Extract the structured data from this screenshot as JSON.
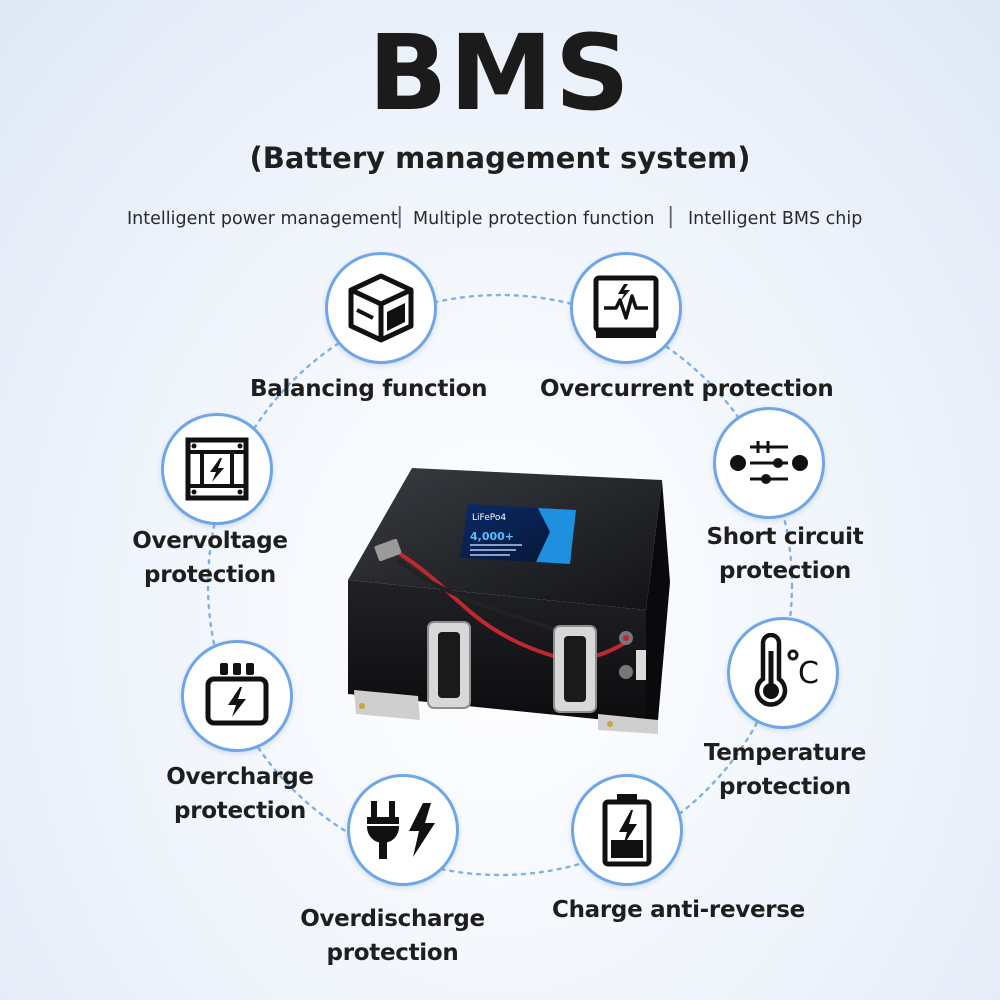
{
  "header": {
    "title": "BMS",
    "subtitle": "(Battery management system)"
  },
  "taglines": [
    "Intelligent power management",
    "Multiple protection function",
    "Intelligent BMS chip"
  ],
  "separator": "|",
  "features": [
    {
      "icon": "cube-icon",
      "lines": [
        "Balancing function"
      ]
    },
    {
      "icon": "monitor-pulse-icon",
      "lines": [
        "Overcurrent protection"
      ]
    },
    {
      "icon": "sliders-icon",
      "lines": [
        "Short circuit",
        "protection"
      ]
    },
    {
      "icon": "thermometer-icon",
      "lines": [
        "Temperature",
        "protection"
      ]
    },
    {
      "icon": "battery-bolt-icon",
      "lines": [
        "Charge anti-reverse"
      ]
    },
    {
      "icon": "plug-bolt-icon",
      "lines": [
        "Overdischarge",
        "protection"
      ]
    },
    {
      "icon": "charger-icon",
      "lines": [
        "Overcharge",
        "protection"
      ]
    },
    {
      "icon": "relay-icon",
      "lines": [
        "Overvoltage",
        "protection"
      ]
    }
  ],
  "battery_label": {
    "chemistry": "LiFePo4",
    "cycles": "4,000+"
  },
  "colors": {
    "accent": "#6fa6e8",
    "ring": "#7fb0e8",
    "text": "#1e1e1e",
    "battery_body": "#1b1c1f"
  }
}
